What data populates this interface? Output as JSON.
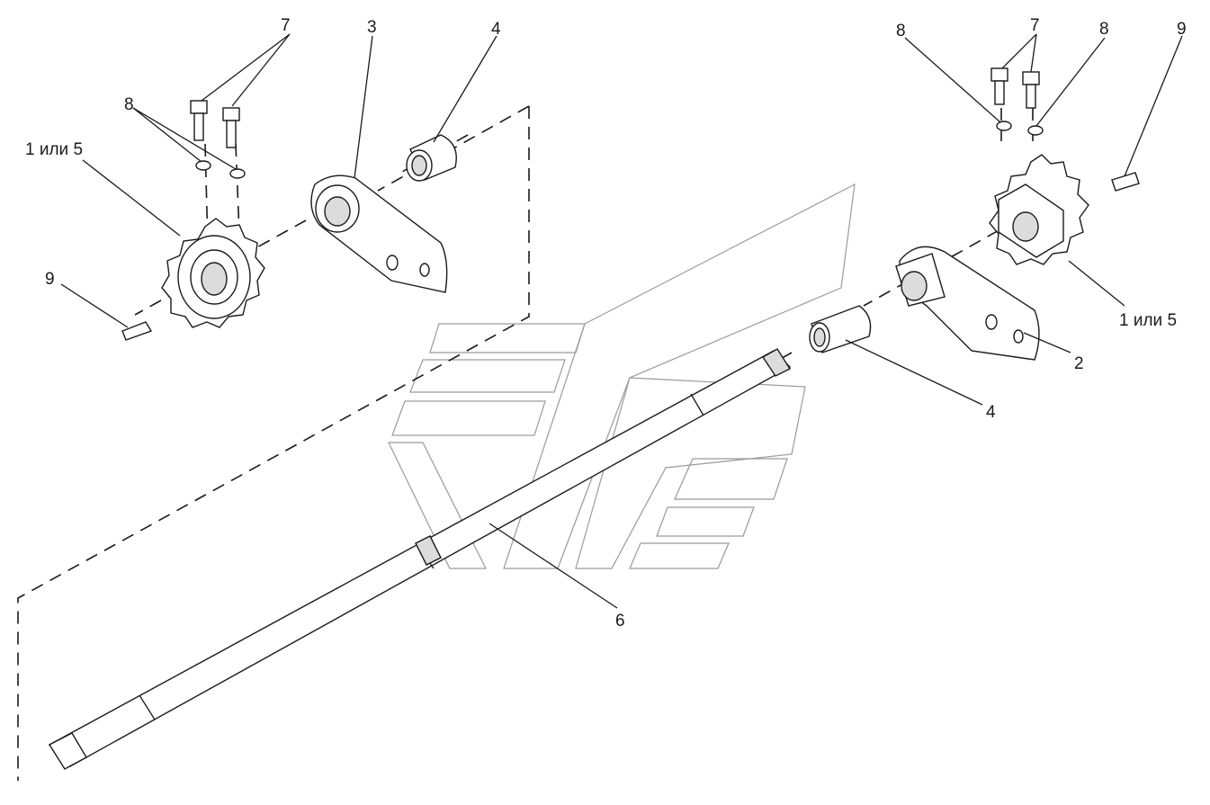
{
  "callouts": {
    "sprocket_left": "1 или 5",
    "sprocket_right": "1 или 5",
    "lever_right": "2",
    "lever_left": "3",
    "bushing_upper": "4",
    "bushing_lower": "4",
    "shaft": "6",
    "bolts_left": "7",
    "bolts_right": "7",
    "washers_left": "8",
    "washers_right_a": "8",
    "washers_right_b": "8",
    "key_left": "9",
    "key_right": "9"
  }
}
